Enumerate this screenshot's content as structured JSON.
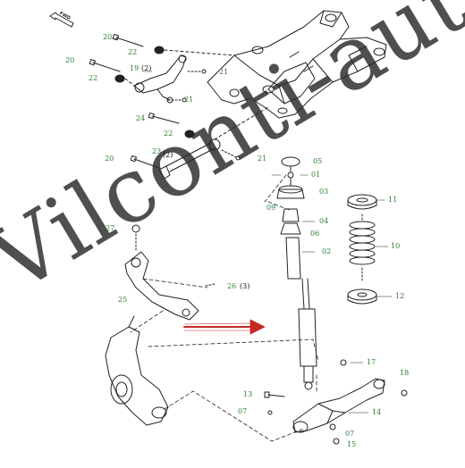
{
  "watermark": "Vilconti-auto",
  "fwd_label": "FWD",
  "colors": {
    "callout": "#2e7d32",
    "line": "#222222",
    "arrow": "#c62828"
  },
  "callouts": {
    "c20a": "20",
    "c22a": "22",
    "c20b": "20",
    "c19": "19",
    "c19b": "(2)",
    "c21a": "21",
    "c22b": "22",
    "c21b": "21",
    "c24": "24",
    "c22c": "22",
    "c23": "23",
    "c23b": "(2)",
    "c20c": "20",
    "c21c": "21",
    "c05": "05",
    "c01": "01",
    "c03": "03",
    "c09": "09",
    "c04": "04",
    "c06": "06",
    "c02": "02",
    "c11": "11",
    "c10": "10",
    "c12": "12",
    "c27": "27",
    "c25": "25",
    "c26": "26",
    "c26b": "(3)",
    "c17": "17",
    "c18": "18",
    "c13": "13",
    "c07a": "07",
    "c14": "14",
    "c07b": "07",
    "c15": "15"
  }
}
